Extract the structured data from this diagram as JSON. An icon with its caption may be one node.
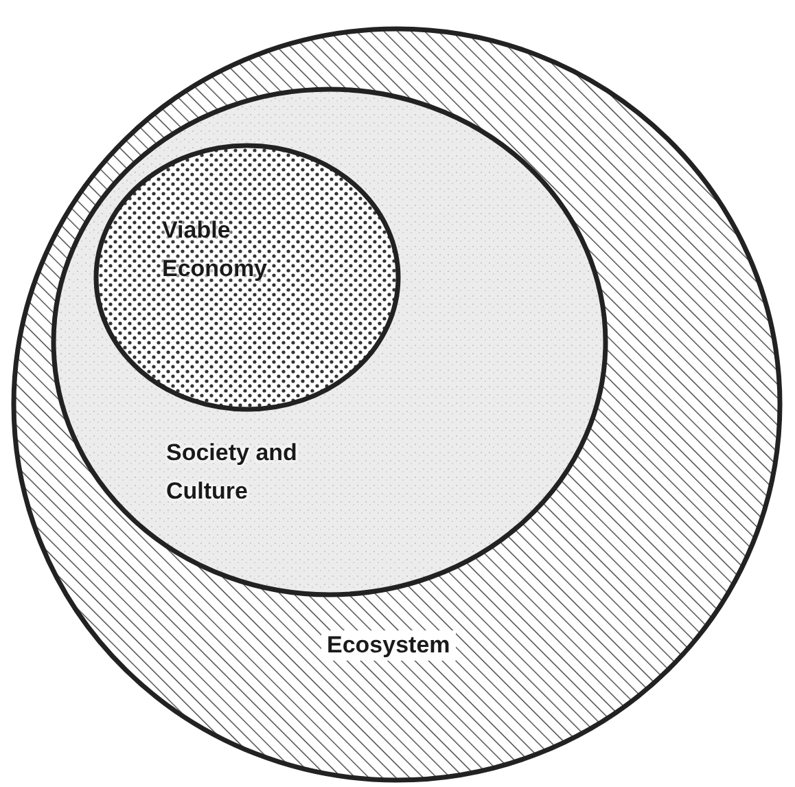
{
  "diagram": {
    "nodes": [
      {
        "text": [
          "Ecosystem"
        ]
      },
      {
        "text": [
          "Society and Culture"
        ],
        "in": 0
      },
      {
        "text": [
          "Viable Economy"
        ],
        "in": 1
      }
    ]
  }
}
